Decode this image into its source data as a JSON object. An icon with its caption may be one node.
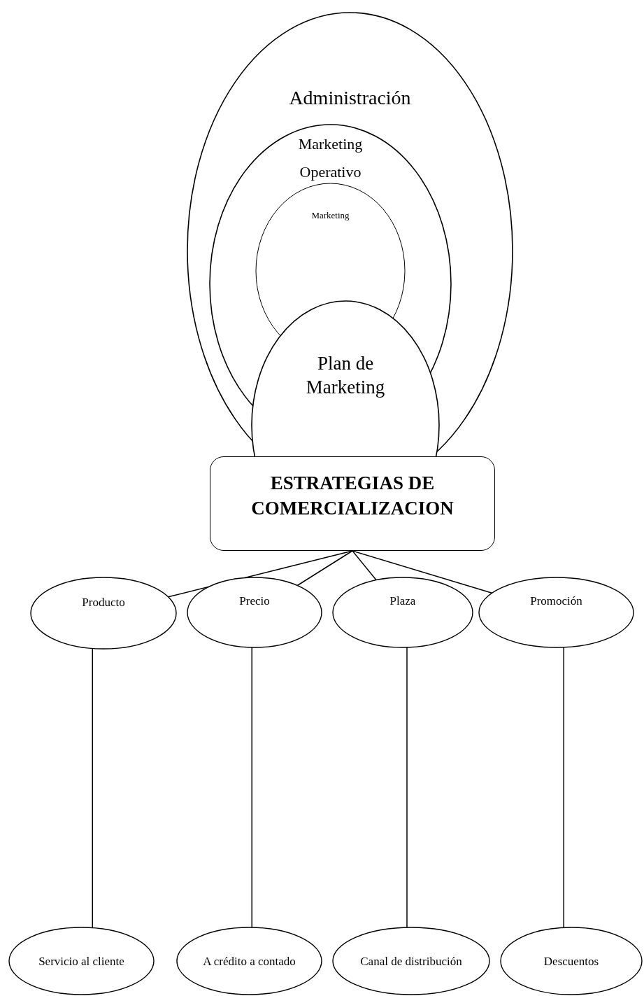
{
  "diagram": {
    "nodes": [
      {
        "text": [
          "Administración"
        ]
      },
      {
        "text": [
          "Marketing Operativo"
        ],
        "in": 0
      },
      {
        "text": [
          "Marketing"
        ],
        "in": 1
      },
      {
        "text": [
          "Plan de Marketing"
        ]
      },
      {
        "text": [
          "ESTRATEGIAS DE COMERCIALIZACION"
        ]
      },
      {
        "text": [
          "Producto"
        ]
      },
      {
        "text": [
          "Precio"
        ]
      },
      {
        "text": [
          "Plaza"
        ]
      },
      {
        "text": [
          "Promoción"
        ]
      },
      {
        "text": [
          "Servicio al cliente"
        ]
      },
      {
        "text": [
          "A crédito a contado"
        ]
      },
      {
        "text": [
          "Canal de distribución"
        ]
      },
      {
        "text": [
          "Descuentos"
        ]
      }
    ],
    "edges": [
      {
        "from": 4,
        "to": 5,
        "arrow": "none"
      },
      {
        "from": 4,
        "to": 6,
        "arrow": "none"
      },
      {
        "from": 4,
        "to": 7,
        "arrow": "none"
      },
      {
        "from": 4,
        "to": 8,
        "arrow": "none"
      },
      {
        "from": 5,
        "to": 9,
        "arrow": "none"
      },
      {
        "from": 6,
        "to": 10,
        "arrow": "none"
      },
      {
        "from": 7,
        "to": 11,
        "arrow": "none"
      },
      {
        "from": 8,
        "to": 12,
        "arrow": "none"
      }
    ]
  }
}
